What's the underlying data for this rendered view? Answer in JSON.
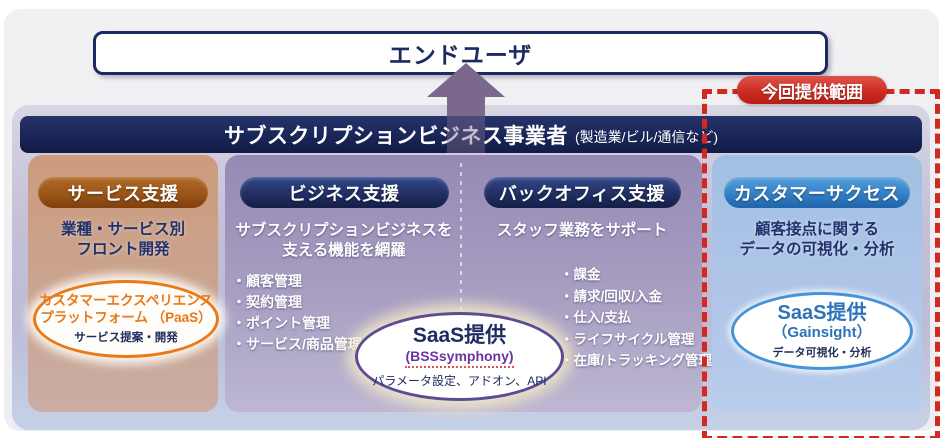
{
  "colors": {
    "navy": "#1B2A62",
    "bar_navy": "#1A2558",
    "arrow_purple": "#7A698C",
    "scope_red": "#D22820",
    "orange_accent": "#E87818",
    "bss_purple": "#6A35A0",
    "gainsight_blue": "#2C73B8"
  },
  "end_user": {
    "label": "エンドユーザ"
  },
  "scope": {
    "label": "今回提供範囲"
  },
  "provider_bar": {
    "title": "サブスクリプションビジネス事業者",
    "note": "(製造業/ビル/通信など)"
  },
  "columns": {
    "service": {
      "header": "サービス支援",
      "description": "業種・サービス別\nフロント開発",
      "ellipse": {
        "line1": "カスタマーエクスペリエンス",
        "line2": "プラットフォーム （PaaS）",
        "note": "サービス提案・開発"
      }
    },
    "business": {
      "header": "ビジネス支援",
      "description": "サブスクリプションビジネスを\n支える機能を網羅",
      "bullets": [
        "・顧客管理",
        "・契約管理",
        "・ポイント管理",
        "・サービス/商品管理"
      ]
    },
    "backoffice": {
      "header": "バックオフィス支援",
      "description": "スタッフ業務をサポート",
      "bullets": [
        "・課金",
        "・請求/回収/入金",
        "・仕入/支払",
        "・ライフサイクル管理",
        "・在庫/トラッキング管理"
      ]
    },
    "customer_success": {
      "header": "カスタマーサクセス",
      "description": "顧客接点に関する\nデータの可視化・分析",
      "ellipse": {
        "line1": "SaaS提供",
        "line2": "（Gainsight）",
        "note": "データ可視化・分析"
      }
    }
  },
  "saas_center_ellipse": {
    "line1": "SaaS提供",
    "line2": "(BSSsymphony)",
    "note": "パラメータ設定、アドオン、API"
  }
}
